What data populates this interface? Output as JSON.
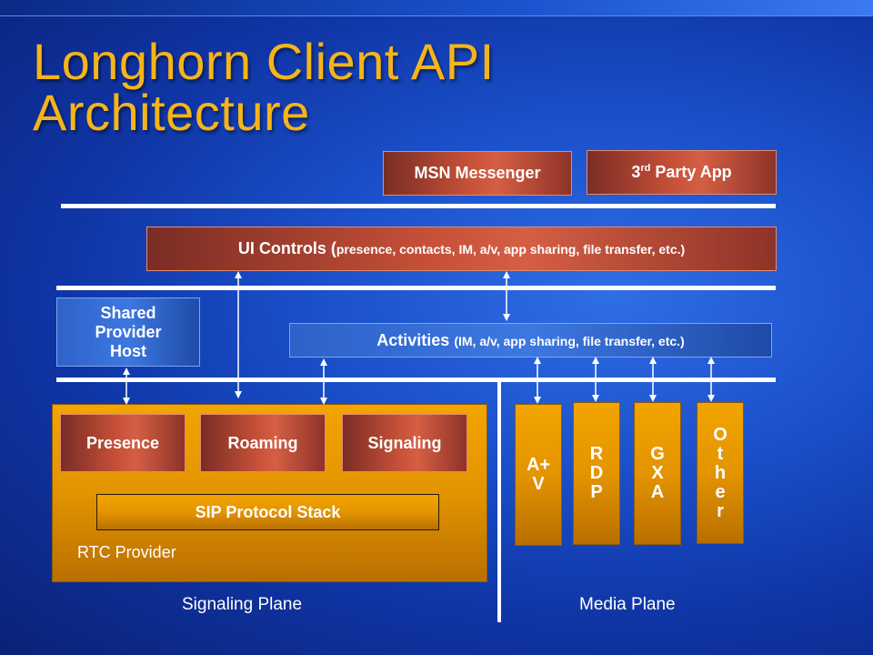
{
  "title": {
    "line1": "Longhorn Client API",
    "line2": "Architecture"
  },
  "apps": {
    "msn": "MSN Messenger",
    "third_party_pre": "3",
    "third_party_sup": "rd",
    "third_party_post": " Party App"
  },
  "ui_controls": {
    "main": "UI Controls (",
    "detail": "presence, contacts, IM, a/v, app sharing, file transfer, etc.)"
  },
  "shared_provider": {
    "line1": "Shared",
    "line2": "Provider",
    "line3": "Host"
  },
  "activities": {
    "main": "Activities ",
    "detail": "(IM, a/v, app sharing, file transfer, etc.)"
  },
  "rtc": {
    "presence": "Presence",
    "roaming": "Roaming",
    "signaling": "Signaling",
    "sip_stack": "SIP Protocol Stack",
    "provider_label": "RTC Provider"
  },
  "media": {
    "av": [
      "A+",
      "V"
    ],
    "rdp": [
      "R",
      "D",
      "P"
    ],
    "gxa": [
      "G",
      "X",
      "A"
    ],
    "other": [
      "O",
      "t",
      "h",
      "e",
      "r"
    ]
  },
  "planes": {
    "signaling": "Signaling Plane",
    "media": "Media Plane"
  },
  "colors": {
    "title": "#f6b41b",
    "red_box": "#c65038",
    "blue_box": "#3d78e0",
    "orange_box": "#e39400"
  }
}
